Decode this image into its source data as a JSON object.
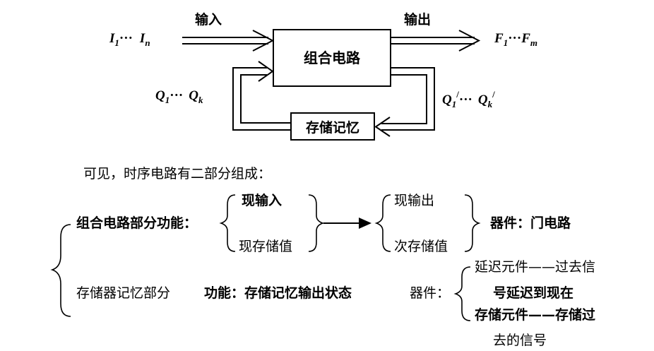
{
  "diagram": {
    "input_label": "输入",
    "output_label": "输出",
    "combinational_box": "组合电路",
    "memory_box": "存储记忆",
    "inputs": {
      "first": "I",
      "first_sub": "1",
      "ellipsis": "···",
      "last": "I",
      "last_sub": "n"
    },
    "outputs": {
      "first": "F",
      "first_sub": "1",
      "ellipsis": "···",
      "last": "F",
      "last_sub": "m"
    },
    "state_in": {
      "first": "Q",
      "first_sub": "1",
      "ellipsis": "···",
      "last": "Q",
      "last_sub": "k"
    },
    "state_out": {
      "first": "Q",
      "first_sub": "1",
      "prime": "/",
      "ellipsis": "···",
      "last": "Q",
      "last_sub": "k",
      "last_prime": "/"
    }
  },
  "text": {
    "intro": "可见，时序电路有二部分组成：",
    "comb_part": "组合电路部分功能：",
    "now_input": "现输入",
    "now_stored": "现存储值",
    "now_output": "现输出",
    "next_stored": "次存储值",
    "device_gate": "器件：门电路",
    "mem_part": "存储器记忆部分",
    "mem_function": "功能：存储记忆输出状态",
    "device_label": "器件：",
    "delay_line1": "延迟元件——过去信",
    "delay_line2": "号延迟到现在",
    "store_line1": "存储元件——存储过",
    "store_line2": "去的信号"
  }
}
